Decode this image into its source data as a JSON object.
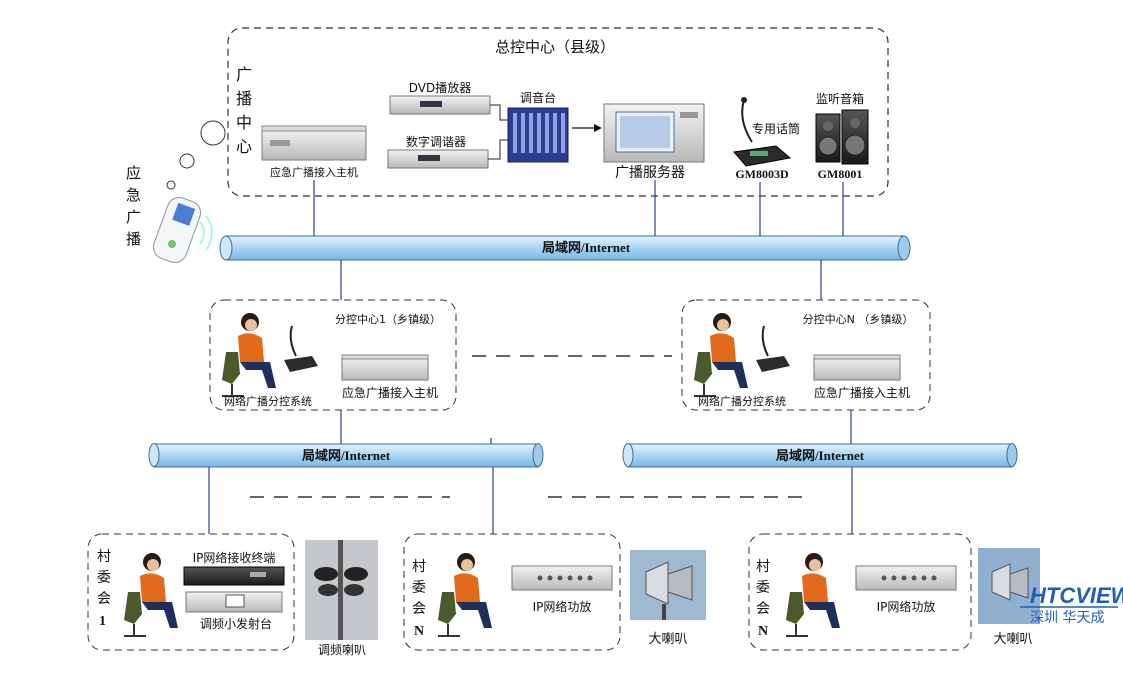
{
  "central": {
    "title": "总控中心（县级）",
    "side_label": [
      "广",
      "播",
      "中",
      "心"
    ],
    "dvd": "DVD播放器",
    "tuner": "数字调谐器",
    "mixer": "调音台",
    "access_host": "应急广播接入主机",
    "server": "广播服务器",
    "mic_label": "专用话筒",
    "mic_model": "GM8003D",
    "speaker_label": "监听音箱",
    "speaker_model": "GM8001"
  },
  "emergency_label": [
    "应",
    "急",
    "广",
    "播"
  ],
  "network": {
    "main": "局域网/Internet",
    "left": "局域网/Internet",
    "right": "局域网/Internet"
  },
  "sub_centers": [
    {
      "title": "分控中心1（乡镇级）",
      "operator": "网络广播分控系统",
      "host": "应急广播接入主机"
    },
    {
      "title": "分控中心N （乡镇级）",
      "operator": "网络广播分控系统",
      "host": "应急广播接入主机"
    }
  ],
  "villages": [
    {
      "label": [
        "村",
        "委",
        "会",
        "1"
      ],
      "receiver": "IP网络接收终端",
      "transmitter": "调频小发射台",
      "speaker": "调频喇叭"
    },
    {
      "label": [
        "村",
        "委",
        "会",
        "N"
      ],
      "amp": "IP网络功放",
      "speaker": "大喇叭"
    },
    {
      "label": [
        "村",
        "委",
        "会",
        "N"
      ],
      "amp": "IP网络功放",
      "speaker": "大喇叭"
    }
  ],
  "watermark": {
    "brand": "HTCVIEW",
    "text": "深圳 华天成"
  },
  "colors": {
    "pipe_fill": "#bfe0f7",
    "pipe_stroke": "#3a6f9e",
    "line": "#2a3f8f"
  }
}
